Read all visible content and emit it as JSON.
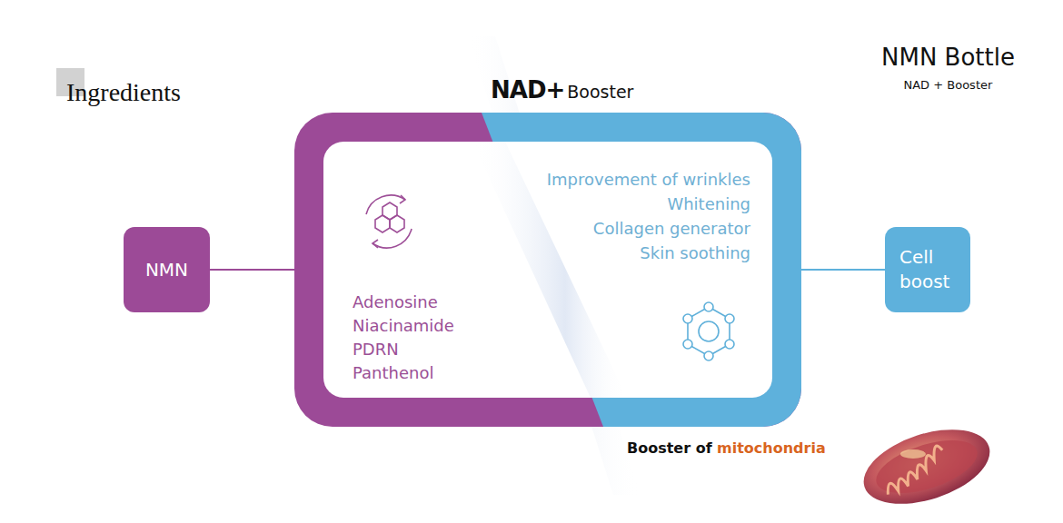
{
  "diagram": {
    "nodes": [
      {
        "text": [
          "NMN"
        ]
      },
      {
        "text": [
          "NAD+",
          "Booster",
          "Adenosine",
          "Niacinamide",
          "PDRN",
          "Panthenol",
          "Improvement of wrinkles",
          "Whitening",
          "Collagen generator",
          "Skin soothing"
        ]
      },
      {
        "text": [
          "Cell boost"
        ]
      }
    ],
    "edges": [
      {
        "from": 0,
        "to": 1,
        "arrow": "none"
      },
      {
        "from": 1,
        "to": 2,
        "arrow": "none"
      }
    ],
    "labels": [
      "Ingredients",
      "NMN Bottle",
      "NAD + Booster",
      "Booster of",
      "mitochondria"
    ]
  }
}
